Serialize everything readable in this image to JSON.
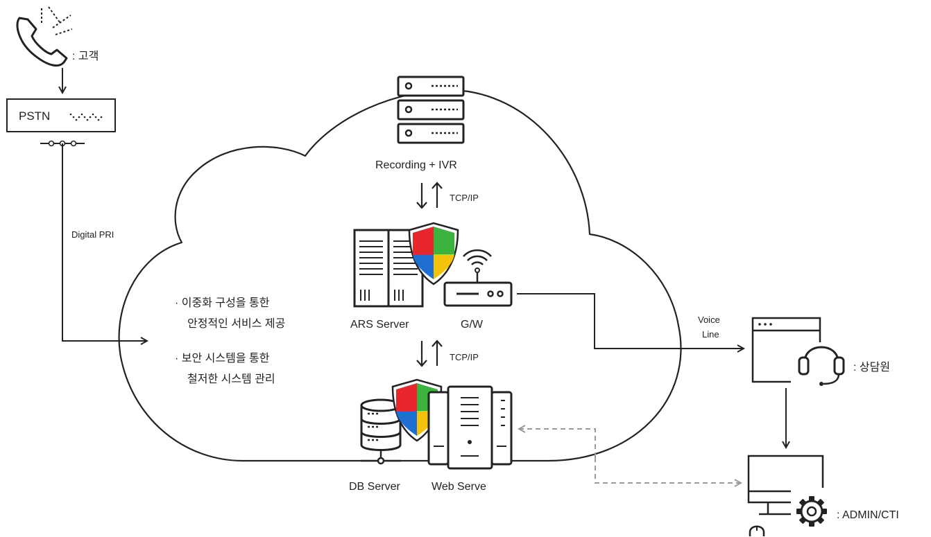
{
  "customer": {
    "label": ":  고객"
  },
  "pstn": {
    "label": "PSTN"
  },
  "links": {
    "digital_pri": "Digital PRI",
    "tcpip_top": "TCP/IP",
    "tcpip_bottom": "TCP/IP",
    "voice_line_1": "Voice",
    "voice_line_2": "Line"
  },
  "servers": {
    "recording_ivr": "Recording + IVR",
    "ars": "ARS Server",
    "gw": "G/W",
    "db": "DB Server",
    "web": "Web Serve"
  },
  "features": {
    "f1_line1": "· 이중화 구성을 통한",
    "f1_line2": "안정적인 서비스 제공",
    "f2_line1": "· 보안 시스템을 통한",
    "f2_line2": "철저한 시스템 관리"
  },
  "agent": {
    "label": ":  상담원"
  },
  "admin": {
    "label": ":  ADMIN/CTI"
  },
  "colors": {
    "line": "#222222",
    "dashed": "#9a9a9a",
    "shield_red": "#e8262b",
    "shield_green": "#3cb33c",
    "shield_blue": "#1f6fd1",
    "shield_yellow": "#f4c20d"
  }
}
